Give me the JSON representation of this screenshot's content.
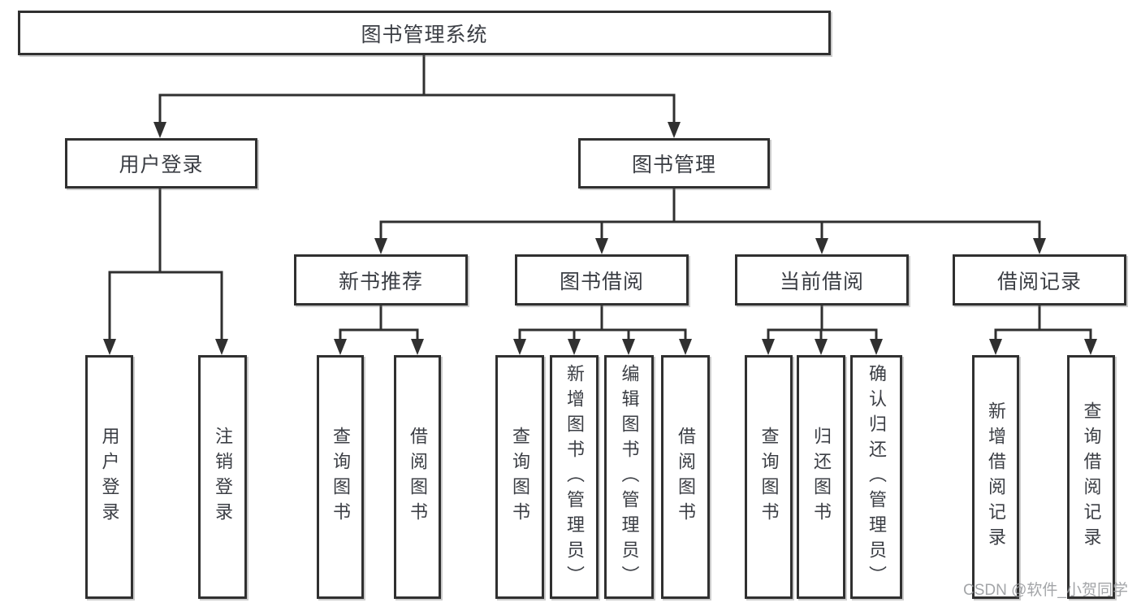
{
  "diagram_title": "图书管理系统",
  "tree": {
    "label": "图书管理系统",
    "children": [
      {
        "label": "用户登录",
        "children": [
          {
            "label": "用户登录"
          },
          {
            "label": "注销登录"
          }
        ]
      },
      {
        "label": "图书管理",
        "children": [
          {
            "label": "新书推荐",
            "children": [
              {
                "label": "查询图书"
              },
              {
                "label": "借阅图书"
              }
            ]
          },
          {
            "label": "图书借阅",
            "children": [
              {
                "label": "查询图书"
              },
              {
                "label": "新增图书（管理员）"
              },
              {
                "label": "编辑图书（管理员）"
              },
              {
                "label": "借阅图书"
              }
            ]
          },
          {
            "label": "当前借阅",
            "children": [
              {
                "label": "查询图书"
              },
              {
                "label": "归还图书"
              },
              {
                "label": "确认归还（管理员）"
              }
            ]
          },
          {
            "label": "借阅记录",
            "children": [
              {
                "label": "新增借阅记录"
              },
              {
                "label": "查询借阅记录"
              }
            ]
          }
        ]
      }
    ]
  },
  "watermark": {
    "text": "CSDN @软件_小贺同学"
  },
  "colors": {
    "background": "#ffffff",
    "line": "#303030",
    "box_border": "#303030",
    "text": "#3b3e44",
    "watermark": "#96989c"
  }
}
